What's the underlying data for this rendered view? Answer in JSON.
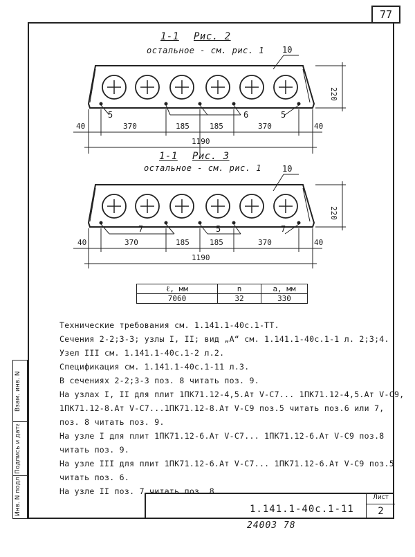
{
  "page_number": "77",
  "side_stamp": {
    "labels": [
      "Инв. N подл",
      "Подпись и дата",
      "Взам. инв. N"
    ]
  },
  "figure2": {
    "section": "1-1",
    "caption": "Рис. 2",
    "note": "остальное - см. рис. 1",
    "callouts": {
      "top": "10",
      "left": "5",
      "mid": "6",
      "right": "5"
    },
    "height_dim": "220",
    "dims": [
      "40",
      "370",
      "185",
      "185",
      "370",
      "40"
    ],
    "total": "1190"
  },
  "figure3": {
    "section": "1-1",
    "caption": "Рис. 3",
    "note": "остальное - см. рис. 1",
    "callouts": {
      "top": "10",
      "left": "7",
      "mid": "5",
      "right": "7"
    },
    "height_dim": "220",
    "dims": [
      "40",
      "370",
      "185",
      "185",
      "370",
      "40"
    ],
    "total": "1190"
  },
  "param_table": {
    "headers": [
      "ℓ, мм",
      "n",
      "a, мм"
    ],
    "row": [
      "7060",
      "32",
      "330"
    ]
  },
  "notes": [
    "Технические требования см. 1.141.1-40с.1-ТТ.",
    "Сечения 2-2;3-3; узлы I, II; вид „А“ см. 1.141.1-40с.1-1 л. 2;3;4.",
    "Узел III см. 1.141.1-40с.1-2 л.2.",
    "Спецификация см. 1.141.1-40с.1-11 л.3.",
    "В сечениях 2-2;3-3 поз. 8 читать поз. 9.",
    "На узлах I, II для плит 1ПК71.12-4,5.Ат V-С7... 1ПК71.12-4,5.Ат V-С9,",
    "1ПК71.12-8.Ат V-С7...1ПК71.12-8.Ат V-С9 поз.5 читать поз.6 или 7,",
    "поз. 8 читать поз. 9.",
    "На узле I для плит 1ПК71.12-6.Ат V-С7... 1ПК71.12-6.Ат V-С9 поз.8",
    "читать поз. 9.",
    "На узле III для плит 1ПК71.12-6.Ат V-С7... 1ПК71.12-6.Ат V-С9 поз.5",
    "читать поз. 6.",
    "На узле II поз. 7 читать поз. 8."
  ],
  "title_block": {
    "doc_code": "1.141.1-40с.1-11",
    "sheet_label": "Лист",
    "sheet_number": "2"
  },
  "bottom_number": "24003  78"
}
